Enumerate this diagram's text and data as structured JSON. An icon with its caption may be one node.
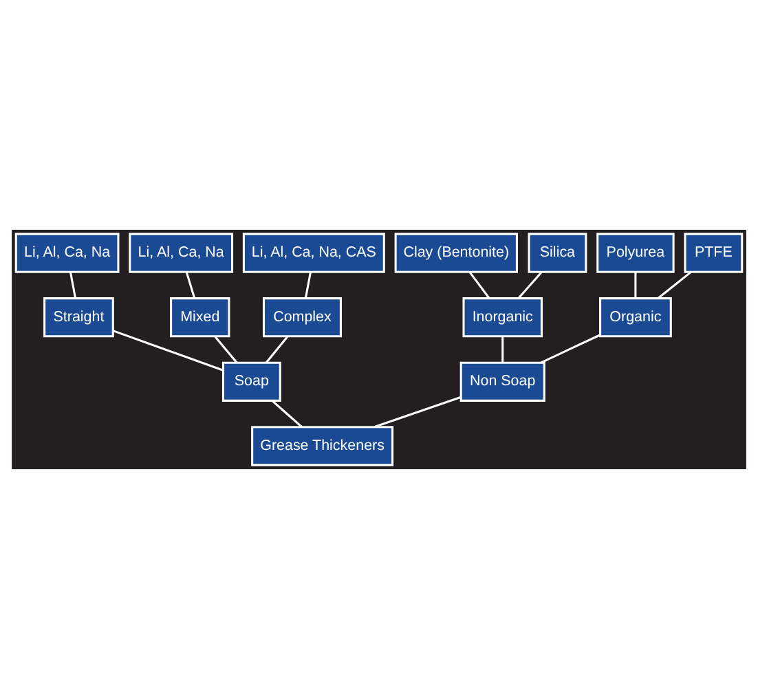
{
  "diagram": {
    "nodes": [
      {
        "text": [
          "Li, Al, Ca, Na"
        ]
      },
      {
        "text": [
          "Li, Al, Ca, Na"
        ]
      },
      {
        "text": [
          "Li, Al, Ca, Na, CAS"
        ]
      },
      {
        "text": [
          "Clay (Bentonite)"
        ]
      },
      {
        "text": [
          "Silica"
        ]
      },
      {
        "text": [
          "Polyurea"
        ]
      },
      {
        "text": [
          "PTFE"
        ]
      },
      {
        "text": [
          "Straight"
        ]
      },
      {
        "text": [
          "Mixed"
        ]
      },
      {
        "text": [
          "Complex"
        ]
      },
      {
        "text": [
          "Inorganic"
        ]
      },
      {
        "text": [
          "Organic"
        ]
      },
      {
        "text": [
          "Soap"
        ]
      },
      {
        "text": [
          "Non Soap"
        ]
      },
      {
        "text": [
          "Grease Thickeners"
        ]
      }
    ],
    "edges": [
      {
        "from": 14,
        "to": 12,
        "arrow": "none"
      },
      {
        "from": 14,
        "to": 13,
        "arrow": "none"
      },
      {
        "from": 12,
        "to": 7,
        "arrow": "none"
      },
      {
        "from": 12,
        "to": 8,
        "arrow": "none"
      },
      {
        "from": 12,
        "to": 9,
        "arrow": "none"
      },
      {
        "from": 13,
        "to": 10,
        "arrow": "none"
      },
      {
        "from": 13,
        "to": 11,
        "arrow": "none"
      },
      {
        "from": 7,
        "to": 0,
        "arrow": "none"
      },
      {
        "from": 8,
        "to": 1,
        "arrow": "none"
      },
      {
        "from": 9,
        "to": 2,
        "arrow": "none"
      },
      {
        "from": 10,
        "to": 3,
        "arrow": "none"
      },
      {
        "from": 10,
        "to": 4,
        "arrow": "none"
      },
      {
        "from": 11,
        "to": 5,
        "arrow": "none"
      },
      {
        "from": 11,
        "to": 6,
        "arrow": "none"
      }
    ]
  }
}
